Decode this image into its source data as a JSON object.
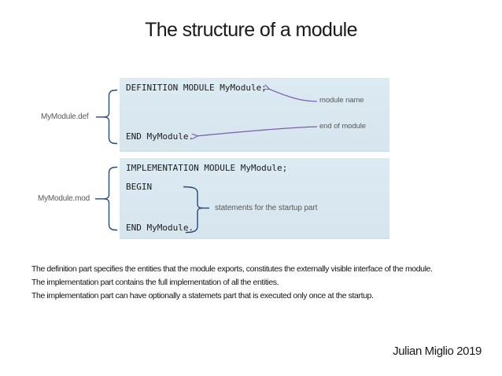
{
  "slide": {
    "title": "The structure of a module",
    "author": "Julian Miglio 2019"
  },
  "colors": {
    "box_bg": "#d9e8f0",
    "brace_navy": "#27497a",
    "arrow_purple": "#7a5fae",
    "label_gray": "#595959",
    "code_text": "#1c1c1c"
  },
  "definition_box": {
    "file_label": "MyModule.def",
    "line1": "DEFINITION MODULE MyModule;",
    "line2": "END MyModule.",
    "annotation_module_name": "module name",
    "annotation_end_of_module": "end of module"
  },
  "implementation_box": {
    "file_label": "MyModule.mod",
    "line1": "IMPLEMENTATION MODULE MyModule;",
    "line2": "BEGIN",
    "line3": "END MyModule.",
    "annotation_startup": "statements for the startup part"
  },
  "notes": {
    "line1": "The definition part specifies the entities that the module exports, constitutes the externally visible interface of the module.",
    "line2": "The implementation part contains the full implementation of all the entities.",
    "line3": "The implementation part can have optionally a statemets part that is executed only once at the startup."
  }
}
